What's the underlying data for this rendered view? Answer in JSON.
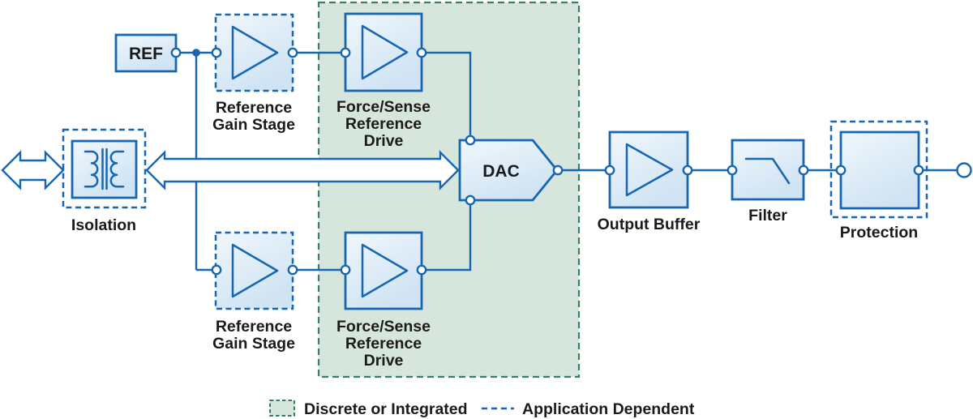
{
  "colors": {
    "line_blue": "#1766B1",
    "block_fill_light": "#F0F7FC",
    "block_fill_dark": "#CFE3F3",
    "integrated_region_fill": "#D6E6DD",
    "integrated_region_border": "#3A7D6C",
    "text": "#1A1A1A",
    "background": "#FFFFFF"
  },
  "blocks": {
    "ref": {
      "label": "REF"
    },
    "reference_gain_stage_top": {
      "label_lines": [
        "Reference",
        "Gain Stage"
      ]
    },
    "force_sense_top": {
      "label_lines": [
        "Force/Sense",
        "Reference",
        "Drive"
      ]
    },
    "dac": {
      "label": "DAC"
    },
    "output_buffer": {
      "label": "Output Buffer"
    },
    "filter": {
      "label": "Filter"
    },
    "protection": {
      "label": "Protection"
    },
    "isolation": {
      "label": "Isolation"
    },
    "reference_gain_stage_bottom": {
      "label_lines": [
        "Reference",
        "Gain Stage"
      ]
    },
    "force_sense_bottom": {
      "label_lines": [
        "Force/Sense",
        "Reference",
        "Drive"
      ]
    }
  },
  "legend": {
    "discrete_or_integrated": "Discrete or Integrated",
    "application_dependent": "Application Dependent"
  }
}
